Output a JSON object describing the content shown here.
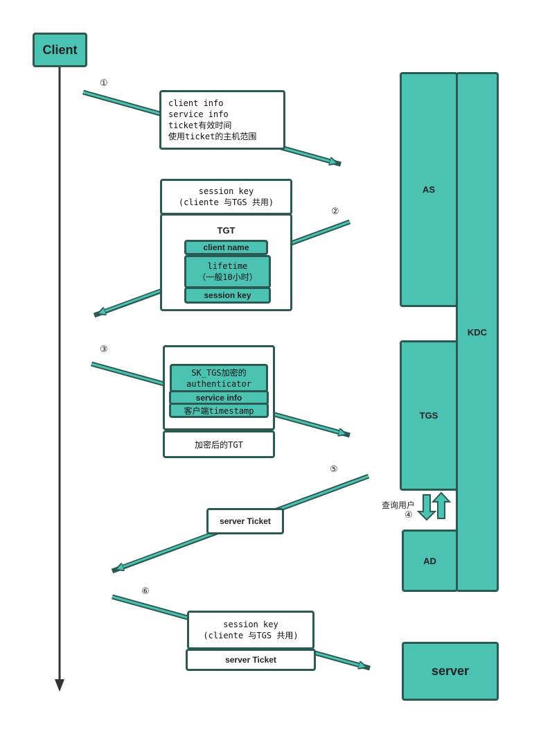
{
  "client": {
    "label": "Client"
  },
  "kdc": {
    "label": "KDC",
    "as_label": "AS",
    "tgs_label": "TGS",
    "ad_label": "AD"
  },
  "server": {
    "label": "server"
  },
  "steps": {
    "s1": "①",
    "s2": "②",
    "s3": "③",
    "s4": "④",
    "s5": "⑤",
    "s6": "⑥",
    "query_user": "查询用户"
  },
  "step1_box": {
    "text": "client info\nservice info\nticket有效时间\n使用ticket的主机范围"
  },
  "step2": {
    "session_key": "session key\n(cliente 与TGS 共用)",
    "tgt_title": "TGT",
    "client_name": "client name",
    "lifetime": "lifetime\n（一般10小时）",
    "session_key_inner": "session key"
  },
  "step3": {
    "sk_tgs": "SK_TGS加密的\nauthenticator",
    "service_info": "service info",
    "timestamp": "客户端timestamp",
    "encrypted_tgt": "加密后的TGT"
  },
  "step5": {
    "server_ticket": "server Ticket"
  },
  "step6": {
    "session_key": "session key\n(cliente 与TGS 共用)",
    "server_ticket": "server Ticket"
  },
  "colors": {
    "teal": "#4cc2b3",
    "border": "#2b5a52",
    "arrow_fill": "#4cc2b3"
  }
}
